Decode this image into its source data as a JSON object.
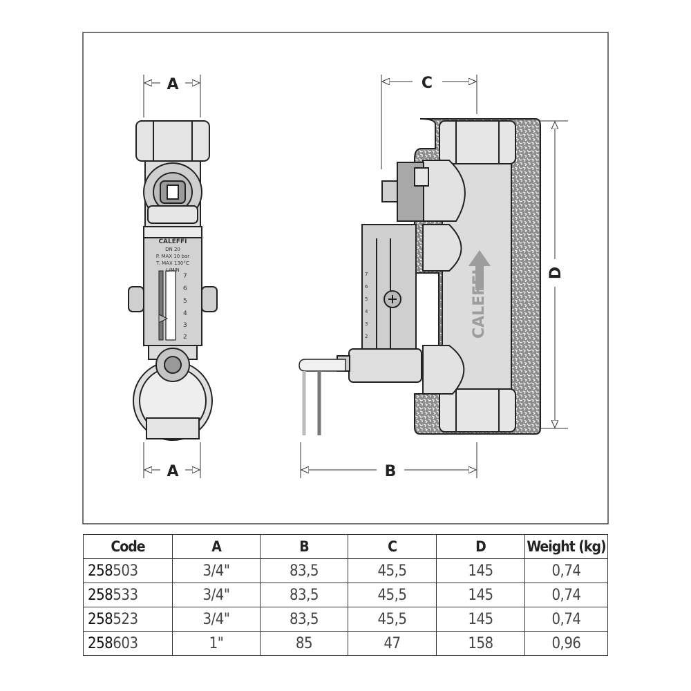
{
  "drawing": {
    "dimension_labels": {
      "a_top": "A",
      "a_bottom": "A",
      "b": "B",
      "c": "C",
      "d": "D"
    },
    "product_label": {
      "brand": "CALEFFI",
      "size": "DN 20",
      "pressure": "P. MAX 10 bar",
      "temperature": "T. MAX 130°C",
      "unit": "L/MIN",
      "scale": [
        "7",
        "6",
        "5",
        "4",
        "3",
        "2"
      ]
    },
    "side_brand": "CALEFFI",
    "colors": {
      "body": "#d9d9d9",
      "dark": "#9a9a9a",
      "insulation": "#8a8a8a",
      "line": "#222222"
    }
  },
  "table": {
    "headers": [
      "Code",
      "A",
      "B",
      "C",
      "D",
      "Weight (kg)"
    ],
    "rows": [
      {
        "code_prefix": "258",
        "code_suffix": "503",
        "a": "3/4\"",
        "b": "83,5",
        "c": "45,5",
        "d": "145",
        "weight": "0,74"
      },
      {
        "code_prefix": "258",
        "code_suffix": "533",
        "a": "3/4\"",
        "b": "83,5",
        "c": "45,5",
        "d": "145",
        "weight": "0,74"
      },
      {
        "code_prefix": "258",
        "code_suffix": "523",
        "a": "3/4\"",
        "b": "83,5",
        "c": "45,5",
        "d": "145",
        "weight": "0,74"
      },
      {
        "code_prefix": "258",
        "code_suffix": "603",
        "a": "1\"",
        "b": "85",
        "c": "47",
        "d": "158",
        "weight": "0,96"
      }
    ]
  }
}
